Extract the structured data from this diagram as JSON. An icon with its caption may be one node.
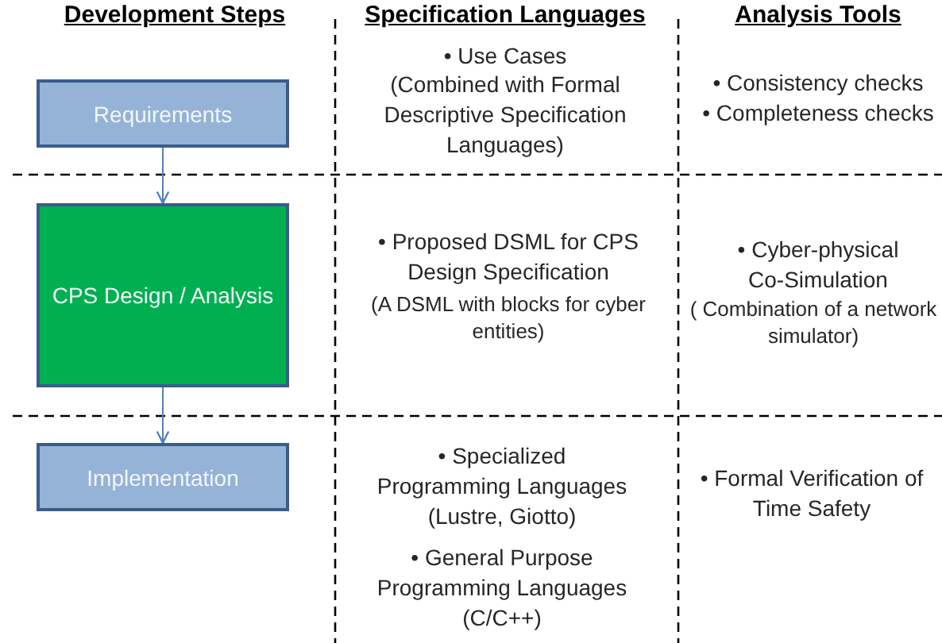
{
  "diagram": {
    "nodes": [
      {
        "text": [
          "Requirements"
        ]
      },
      {
        "text": [
          "CPS Design / Analysis"
        ]
      },
      {
        "text": [
          "Implementation"
        ]
      }
    ],
    "edges": [
      {
        "from": 0,
        "to": 1,
        "arrow": "to"
      },
      {
        "from": 1,
        "to": 2,
        "arrow": "to"
      }
    ],
    "labels": [
      "Development Steps",
      "Specification Languages",
      "Analysis Tools",
      "• Use Cases",
      "(Combined with Formal Descriptive Specification Languages)",
      "• Consistency checks",
      "• Completeness checks",
      "• Proposed DSML for CPS Design Specification",
      "(A DSML with blocks for cyber entities)",
      "• Cyber-physical Co-Simulation",
      "( Combination of a network simulator)",
      "• Specialized Programming Languages",
      "(Lustre, Giotto)",
      "• General Purpose Programming Languages",
      "(C/C++)",
      "• Formal Verification of Time Safety"
    ]
  }
}
